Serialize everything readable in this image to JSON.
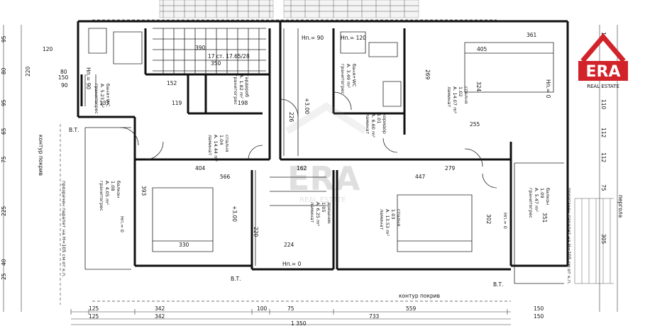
{
  "logo": {
    "name": "ERA",
    "tagline": "REAL ESTATE",
    "color": "#d2232a"
  },
  "watermark": {
    "name": "ERA",
    "tagline": "REAL ESTATE"
  },
  "rooms": {
    "bath_left": {
      "name": "баня+WC",
      "area": "A. 5.23 m²",
      "floor": "гранитогрес"
    },
    "bath_mid": {
      "name": "баня+WC",
      "area": "A. 3.49 m²",
      "floor": "гранитогрес"
    },
    "wardrobe": {
      "name": "гардероб",
      "area": "A. 1.82 m²",
      "floor": "гранитогрес"
    },
    "bedroom_tr": {
      "name": "спалня",
      "num": "1.02",
      "area": "A. 14.07 m²",
      "floor": "ламинат"
    },
    "bedroom_l": {
      "name": "спалня",
      "num": "1.04",
      "area": "A. 14.44 m²",
      "floor": "ламинат"
    },
    "corridor": {
      "name": "коридор",
      "num": "1.01",
      "area": "A. 6.60 m²",
      "floor": "ламинат"
    },
    "dressing": {
      "name": "дрешник",
      "num": "1.05",
      "area": "A. 6.25 m²",
      "floor": "ламинат"
    },
    "bedroom_c": {
      "name": "спалня",
      "num": "1.03",
      "area": "A. 13.53 m²",
      "floor": "ламинат"
    },
    "balcony_l": {
      "name": "балкон",
      "num": "1.08",
      "area": "A. 4.05 m²",
      "floor": "гранитогрес",
      "level": "Нп.= 0"
    },
    "balcony_r": {
      "name": "балкон",
      "num": "1.09",
      "area": "A. 5.47 m²",
      "floor": "гранитогрес",
      "level": "Нп.= 0"
    }
  },
  "stair": {
    "label": "17 ст. 17.65/28",
    "w": "390",
    "run": "350"
  },
  "levels": {
    "top_mid": "Нп.= 90",
    "top_right": "Нп.= 120",
    "left": "Нп.= 90",
    "right_top": "Нп.= 0",
    "bottom": "Нп.= 0",
    "plus1": "+3.00",
    "plus2": "+3.00"
  },
  "notes": {
    "roof_contour": "контур покрив",
    "parapet_left": "прозрачен парапет на Н=105 см от к.п.",
    "parapet_right": "прозрачен парапет на Н=105 см от к.п.",
    "pergola": "пергола",
    "vt1": "В.Т.",
    "vt2": "В.Т.",
    "vt3": "В.Т."
  },
  "bottom_dims": {
    "row1": [
      "125",
      "342",
      "100",
      "75",
      "559",
      "150"
    ],
    "row2": [
      "125",
      "342",
      "733",
      "150"
    ],
    "total": "1 350"
  },
  "left_dims": [
    "95",
    "80",
    "95",
    "65",
    "75",
    "225",
    "40",
    "25"
  ],
  "right_dims": [
    "112",
    "110",
    "112",
    "112",
    "75",
    "305"
  ],
  "inner_dims": {
    "a1": "120",
    "a2": "220",
    "a3": "150",
    "a4": "80",
    "a5": "90",
    "b1": "404",
    "b2": "566",
    "b3": "162",
    "b4": "447",
    "b5": "279",
    "b6": "255",
    "c1": "405",
    "c2": "361",
    "c3": "324",
    "c4": "269",
    "c5": "351",
    "c6": "302",
    "d1": "393",
    "d2": "330",
    "d3": "224",
    "d4": "220",
    "e1": "137",
    "e2": "119",
    "e3": "152",
    "e4": "198",
    "e5": "226"
  }
}
